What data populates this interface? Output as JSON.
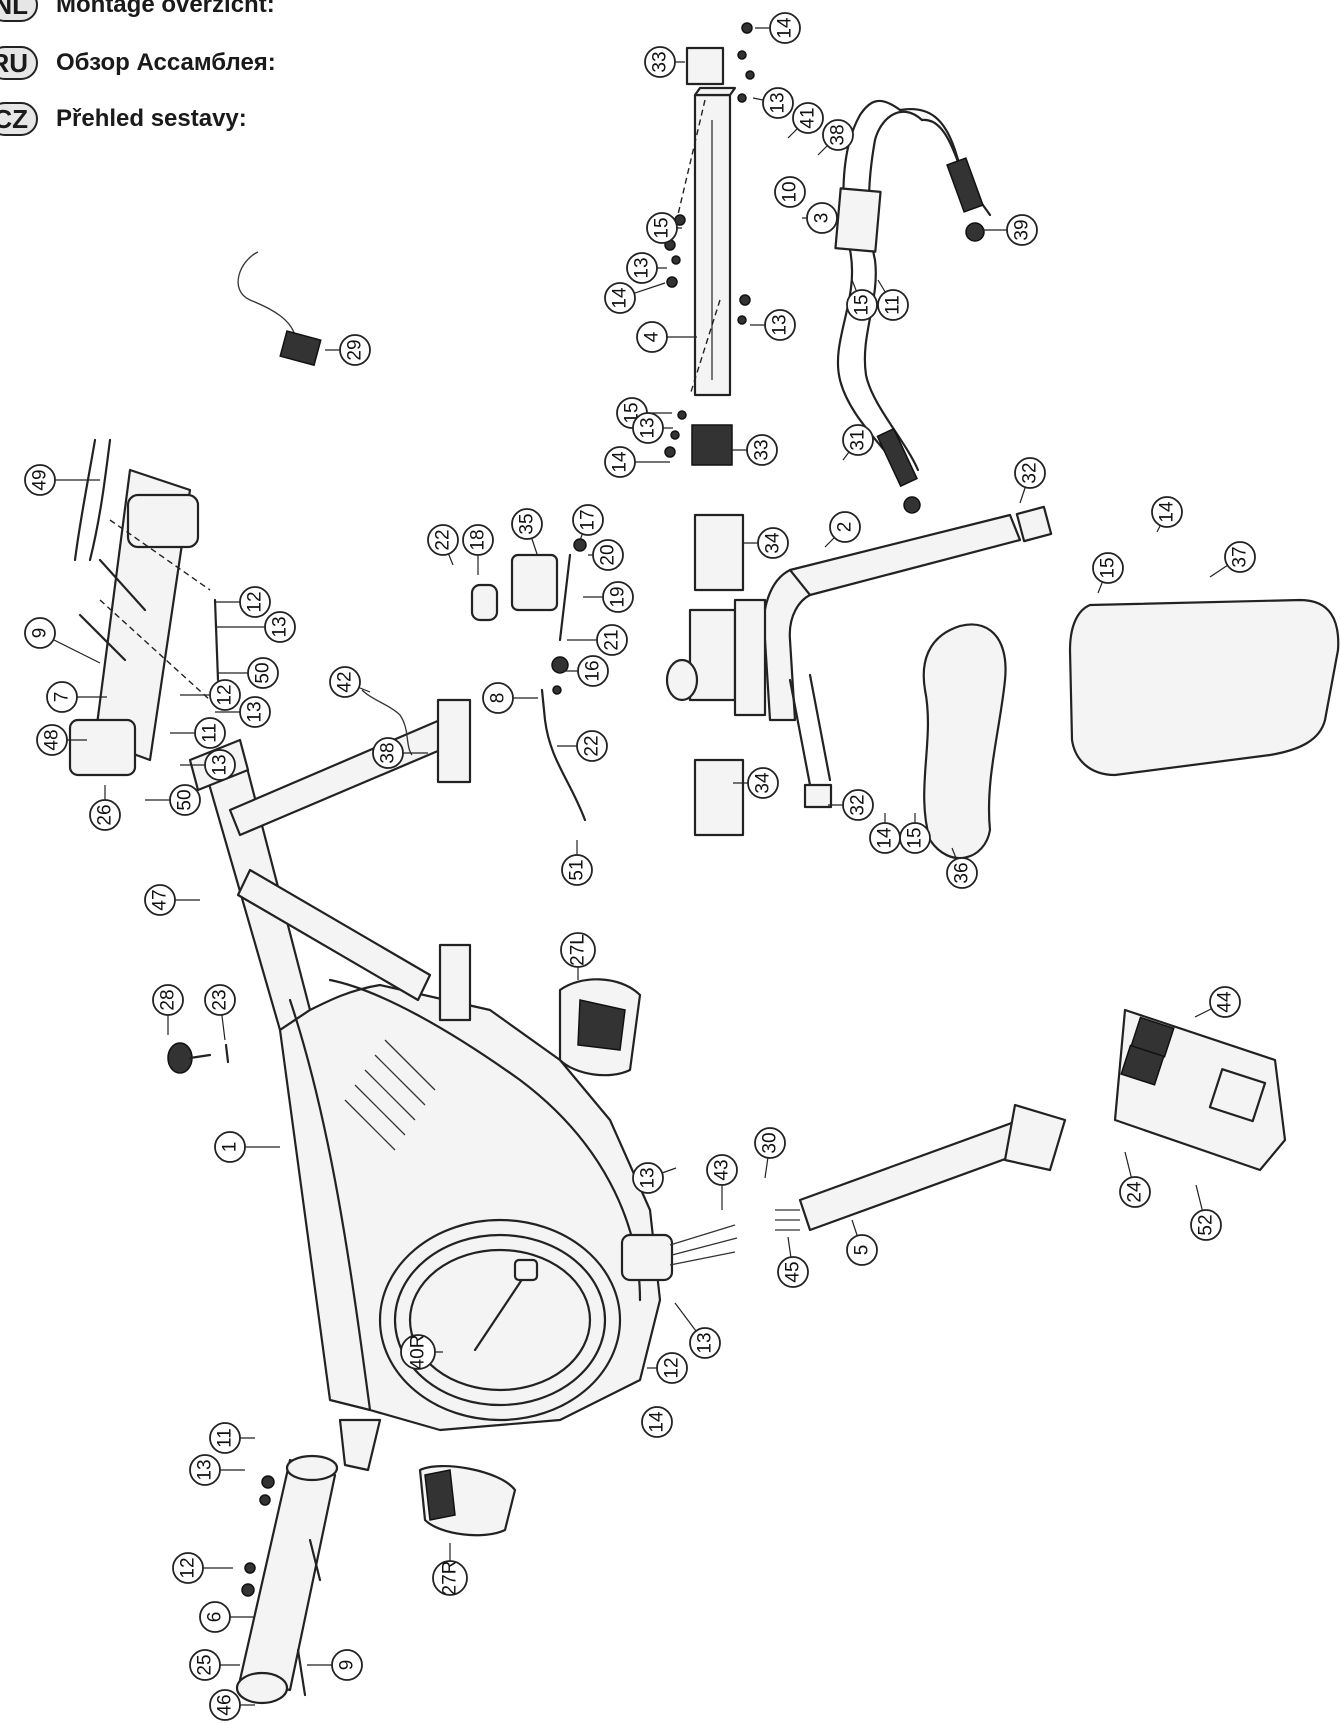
{
  "header": {
    "rows": [
      {
        "code": "NL",
        "title": "Montage overzicht:"
      },
      {
        "code": "RU",
        "title": "Обзор Ассамблея:"
      },
      {
        "code": "CZ",
        "title": "Přehled sestavy:"
      }
    ]
  },
  "callouts": [
    {
      "label": "14"
    },
    {
      "label": "33"
    },
    {
      "label": "13"
    },
    {
      "label": "41"
    },
    {
      "label": "38"
    },
    {
      "label": "10"
    },
    {
      "label": "3"
    },
    {
      "label": "39"
    },
    {
      "label": "15"
    },
    {
      "label": "13"
    },
    {
      "label": "14"
    },
    {
      "label": "15"
    },
    {
      "label": "11"
    },
    {
      "label": "29"
    },
    {
      "label": "4"
    },
    {
      "label": "13"
    },
    {
      "label": "15"
    },
    {
      "label": "13"
    },
    {
      "label": "14"
    },
    {
      "label": "33"
    },
    {
      "label": "31"
    },
    {
      "label": "49"
    },
    {
      "label": "32"
    },
    {
      "label": "14"
    },
    {
      "label": "22"
    },
    {
      "label": "18"
    },
    {
      "label": "35"
    },
    {
      "label": "17"
    },
    {
      "label": "20"
    },
    {
      "label": "34"
    },
    {
      "label": "2"
    },
    {
      "label": "15"
    },
    {
      "label": "37"
    },
    {
      "label": "12"
    },
    {
      "label": "13"
    },
    {
      "label": "19"
    },
    {
      "label": "9"
    },
    {
      "label": "21"
    },
    {
      "label": "16"
    },
    {
      "label": "50"
    },
    {
      "label": "12"
    },
    {
      "label": "7"
    },
    {
      "label": "13"
    },
    {
      "label": "11"
    },
    {
      "label": "42"
    },
    {
      "label": "8"
    },
    {
      "label": "22"
    },
    {
      "label": "38"
    },
    {
      "label": "13"
    },
    {
      "label": "50"
    },
    {
      "label": "48"
    },
    {
      "label": "26"
    },
    {
      "label": "34"
    },
    {
      "label": "32"
    },
    {
      "label": "14"
    },
    {
      "label": "15"
    },
    {
      "label": "36"
    },
    {
      "label": "51"
    },
    {
      "label": "47"
    },
    {
      "label": "27L"
    },
    {
      "label": "28"
    },
    {
      "label": "23"
    },
    {
      "label": "44"
    },
    {
      "label": "1"
    },
    {
      "label": "30"
    },
    {
      "label": "13"
    },
    {
      "label": "43"
    },
    {
      "label": "24"
    },
    {
      "label": "52"
    },
    {
      "label": "45"
    },
    {
      "label": "5"
    },
    {
      "label": "13"
    },
    {
      "label": "40R"
    },
    {
      "label": "12"
    },
    {
      "label": "14"
    },
    {
      "label": "11"
    },
    {
      "label": "13"
    },
    {
      "label": "12"
    },
    {
      "label": "27R"
    },
    {
      "label": "6"
    },
    {
      "label": "25"
    },
    {
      "label": "9"
    },
    {
      "label": "46"
    }
  ]
}
